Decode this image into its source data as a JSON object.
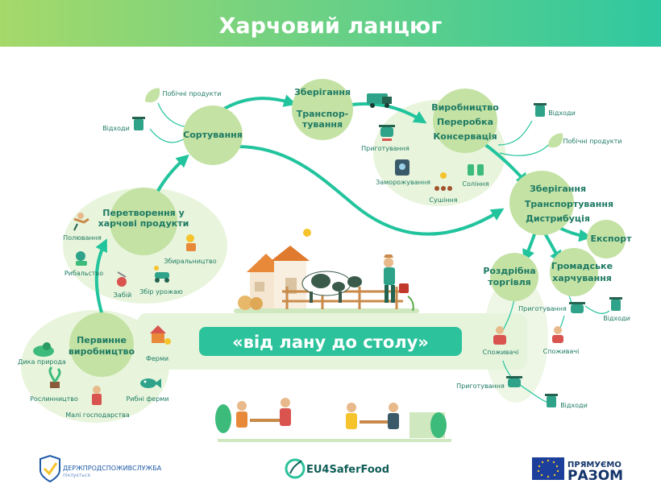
{
  "title": "Харчовий ланцюг",
  "slogan": "«від лану до столу»",
  "colors": {
    "header_from": "#a5d96a",
    "header_to": "#2fc8a0",
    "node_fill": "#c4e2a4",
    "light_blob": "#e8f5dc",
    "arrow": "#22c49d",
    "text": "#1e7a63",
    "slogan_bg": "#2cc29b",
    "sun": "#f5c32c"
  },
  "nodes": {
    "primary": {
      "l1": "Первинне",
      "l2": "виробництво"
    },
    "processing": {
      "l1": "Перетворення у",
      "l2": "харчові продукти"
    },
    "sorting": {
      "l1": "Сортування"
    },
    "storage1": {
      "l1": "Зберігання",
      "l2": "Транспор-",
      "l3": "тування"
    },
    "production": {
      "l1": "Виробництво",
      "l2": "Переробка",
      "l3": "Консервація"
    },
    "storage2": {
      "l1": "Зберігання",
      "l2": "Транспортування",
      "l3": "Дистрибуція"
    },
    "export": {
      "l1": "Експорт"
    },
    "retail": {
      "l1": "Роздрібна",
      "l2": "торгівля"
    },
    "catering": {
      "l1": "Громадське",
      "l2": "харчування"
    }
  },
  "labels": {
    "wild_nature": "Дика природа",
    "plant_growing": "Рослинництво",
    "small_farms": "Малі господарства",
    "fish_farms": "Рибні ферми",
    "farms": "Ферми",
    "hunting": "Полювання",
    "fishing": "Рибальство",
    "slaughter": "Забій",
    "gathering": "Збиральництво",
    "harvest": "Збір урожаю",
    "waste_1": "Відходи",
    "byproducts_1": "Побічні продукти",
    "cooking_1": "Приготування",
    "freezing": "Заморожування",
    "drying": "Сушіння",
    "salting": "Соління",
    "waste_2": "Відходи",
    "byproducts_2": "Побічні продукти",
    "cooking_2": "Приготування",
    "waste_3": "Відходи",
    "consumers_1": "Споживачі",
    "consumers_2": "Споживачі",
    "cooking_3": "Приготування",
    "waste_4": "Відходи"
  },
  "footer": {
    "dps_name": "ДЕРЖПРОДСПОЖИВСЛУЖБА",
    "dps_sub": "піклується",
    "eu4": "EU4SaferFood",
    "pr_line1": "ПРЯМУЄМО",
    "pr_line2": "РАЗОМ"
  },
  "icons": {
    "waste": "waste-bin-icon",
    "byproducts": "leaf-icon",
    "cooking": "cooking-pot-icon",
    "truck": "truck-icon",
    "farm": "farm-building-icon",
    "cow": "cow-icon",
    "farmer": "farmer-icon",
    "consumer": "consumer-icon",
    "eu_flag": "eu-flag-icon",
    "shield": "shield-check-icon"
  }
}
